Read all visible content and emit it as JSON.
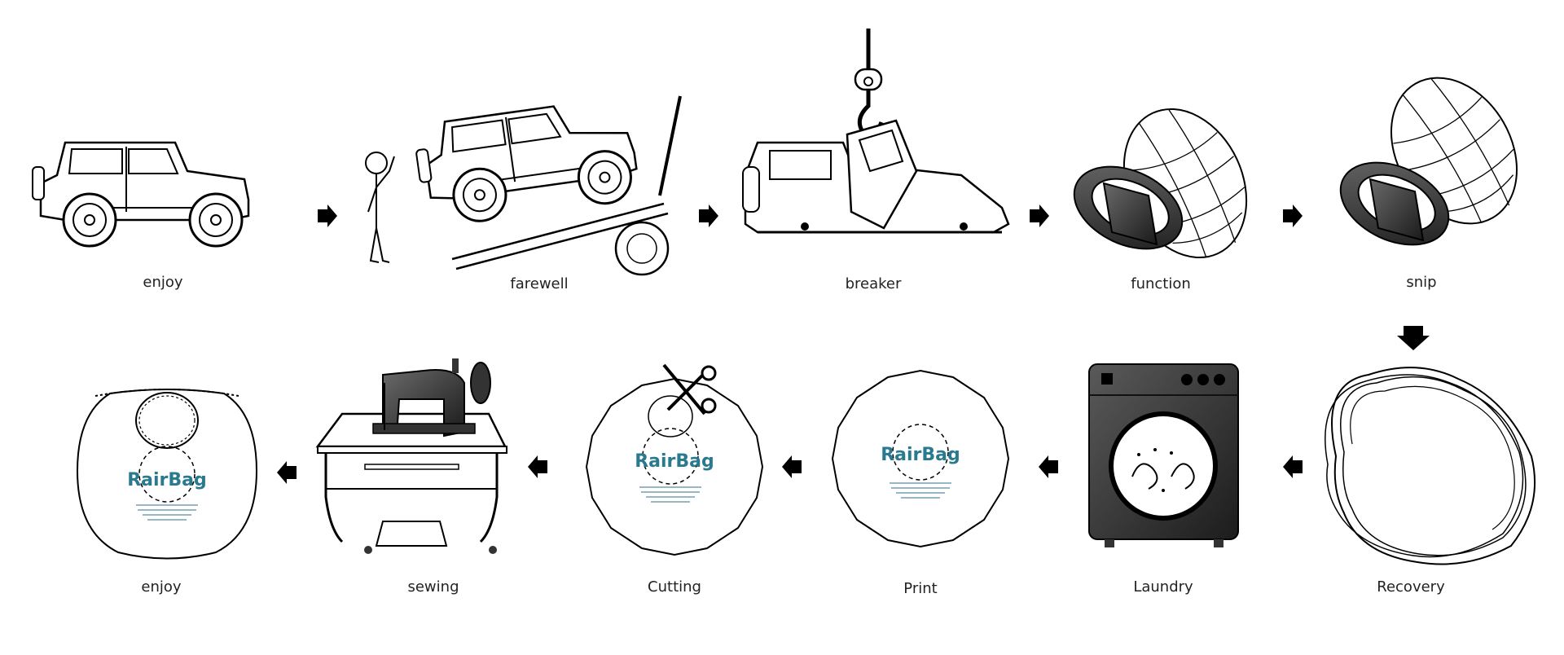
{
  "row1": {
    "steps": [
      {
        "label": "enjoy"
      },
      {
        "label": "farewell"
      },
      {
        "label": "breaker"
      },
      {
        "label": "function"
      },
      {
        "label": "snip"
      }
    ]
  },
  "row2": {
    "steps": [
      {
        "label": "Recovery"
      },
      {
        "label": "Laundry"
      },
      {
        "label": "Print"
      },
      {
        "label": "Cutting"
      },
      {
        "label": "sewing"
      },
      {
        "label": "enjoy"
      }
    ]
  },
  "brand": {
    "logo_text": "RairBag"
  },
  "colors": {
    "ink": "#000000",
    "dark": "#2f2f2f",
    "logo": "#2a7a8f",
    "text": "#222222"
  }
}
